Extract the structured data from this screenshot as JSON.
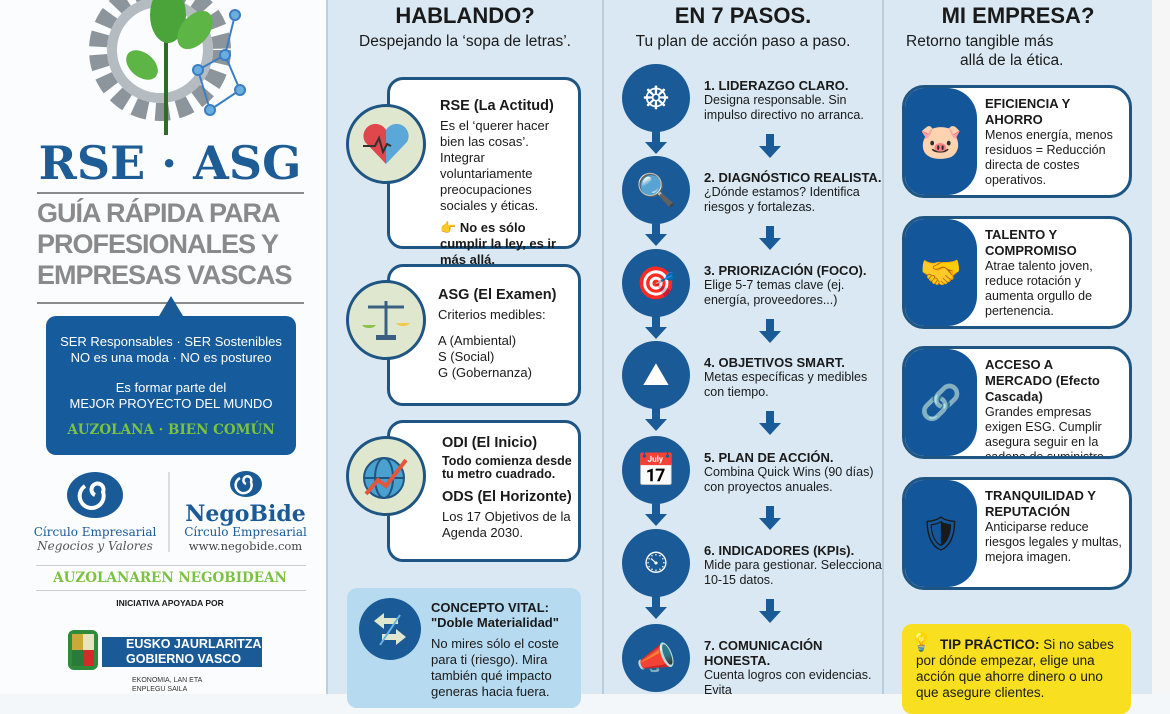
{
  "left": {
    "logo_title": "RSE · ASG",
    "subtitle_lines": [
      "GUÍA RÁPIDA PARA",
      "PROFESIONALES  Y",
      "EMPRESAS VASCAS"
    ],
    "box": {
      "line1": "SER Responsables · SER Sostenibles",
      "line2": "NO es una moda · NO es postureo",
      "line3": "Es formar parte del",
      "line4": "MEJOR PROYECTO DEL MUNDO",
      "line5": "AUZOLANA · BIEN COMÚN"
    },
    "logo1": {
      "name": "Círculo Empresarial",
      "tagline": "Negocios y Valores"
    },
    "logo2": {
      "name": "NegoBide",
      "sub": "Círculo Empresarial",
      "url": "www.negobide.com"
    },
    "motto": "AUZOLANAREN NEGOBIDEAN",
    "support": "INICIATIVA APOYADA POR",
    "gov": {
      "line1": "EUSKO JAURLARITZA",
      "line2": "GOBIERNO VASCO",
      "dept1": "EKONOMIA, LAN ETA",
      "dept2": "ENPLEGU SAILA"
    }
  },
  "col1": {
    "title": "HABLANDO?",
    "subtitle": "Despejando la ‘sopa de letras’.",
    "cards": [
      {
        "title": "RSE (La Actitud)",
        "body": "Es el ‘querer hacer bien las cosas’. Integrar voluntariamente preocupaciones sociales y éticas.",
        "note": "No es sólo cumplir la ley, es ir más allá.",
        "icon": "heart-brain-icon"
      },
      {
        "title": "ASG (El Examen)",
        "body": "Criterios medibles:",
        "items": [
          "A (Ambiental)",
          "S (Social)",
          "G (Gobernanza)"
        ],
        "icon": "scales-icon"
      },
      {
        "title": "ODI (El Inicio)",
        "body": "Todo comienza desde tu metro cuadrado.",
        "title2": "ODS (El Horizonte)",
        "body2": "Los 17 Objetivos de la Agenda 2030.",
        "icon": "globe-growth-icon"
      }
    ],
    "concept": {
      "title": "CONCEPTO VITAL:",
      "title2": "\"Doble Materialidad\"",
      "body": "No mires sólo el coste para ti (riesgo). Mira también qué impacto generas hacia fuera."
    }
  },
  "col2": {
    "title": "EN 7 PASOS.",
    "subtitle": "Tu plan de acción paso a paso.",
    "steps": [
      {
        "title": "1. LIDERAZGO CLARO.",
        "body": "Designa responsable. Sin impulso directivo no arranca.",
        "icon": "ship-wheel-icon"
      },
      {
        "title": "2. DIAGNÓSTICO REALISTA.",
        "body": "¿Dónde estamos? Identifica riesgos y fortalezas.",
        "icon": "magnifier-icon"
      },
      {
        "title": "3. PRIORIZACIÓN (FOCO).",
        "body": "Elige 5-7 temas clave (ej. energía, proveedores...)",
        "icon": "target-icon"
      },
      {
        "title": "4. OBJETIVOS SMART.",
        "body": "Metas específicas y medibles con tiempo.",
        "icon": "mountain-flag-icon"
      },
      {
        "title": "5. PLAN DE ACCIÓN.",
        "body": "Combina Quick Wins (90 días) con proyectos anuales.",
        "icon": "calendar-check-icon"
      },
      {
        "title": "6. INDICADORES (KPIs).",
        "body": "Mide para gestionar. Selecciona 10-15 datos.",
        "icon": "gauge-icon"
      },
      {
        "title": "7. COMUNICACIÓN HONESTA.",
        "body": "Cuenta logros con evidencias. Evita",
        "icon": "megaphone-icon"
      }
    ]
  },
  "col3": {
    "title": "MI EMPRESA?",
    "subtitle1": "Retorno tangible más",
    "subtitle2": "allá de la ética.",
    "cards": [
      {
        "title": "EFICIENCIA Y AHORRO",
        "body": "Menos energía, menos residuos = Reducción directa de costes operativos.",
        "icon": "piggy-bank-icon"
      },
      {
        "title": "TALENTO Y COMPROMISO",
        "body": "Atrae talento joven, reduce rotación y aumenta orgullo de pertenencia.",
        "icon": "handshake-icon"
      },
      {
        "title": "ACCESO A MERCADO (Efecto Cascada)",
        "body": "Grandes empresas exigen ESG. Cumplir asegura seguir en la cadena de suministro.",
        "icon": "chain-link-icon"
      },
      {
        "title": "TRANQUILIDAD Y REPUTACIÓN",
        "body": "Anticiparse reduce riesgos legales y multas, mejora imagen.",
        "icon": "shield-check-icon"
      }
    ],
    "tip": {
      "label": "TIP PRÁCTICO:",
      "body": "Si no sabes por dónde empezar, elige una acción que ahorre dinero o uno que asegure clientes."
    }
  },
  "colors": {
    "brand_blue": "#13579a",
    "green": "#7cc242",
    "tip_yellow": "#f8e020",
    "concept_blue": "#b6daf0"
  }
}
